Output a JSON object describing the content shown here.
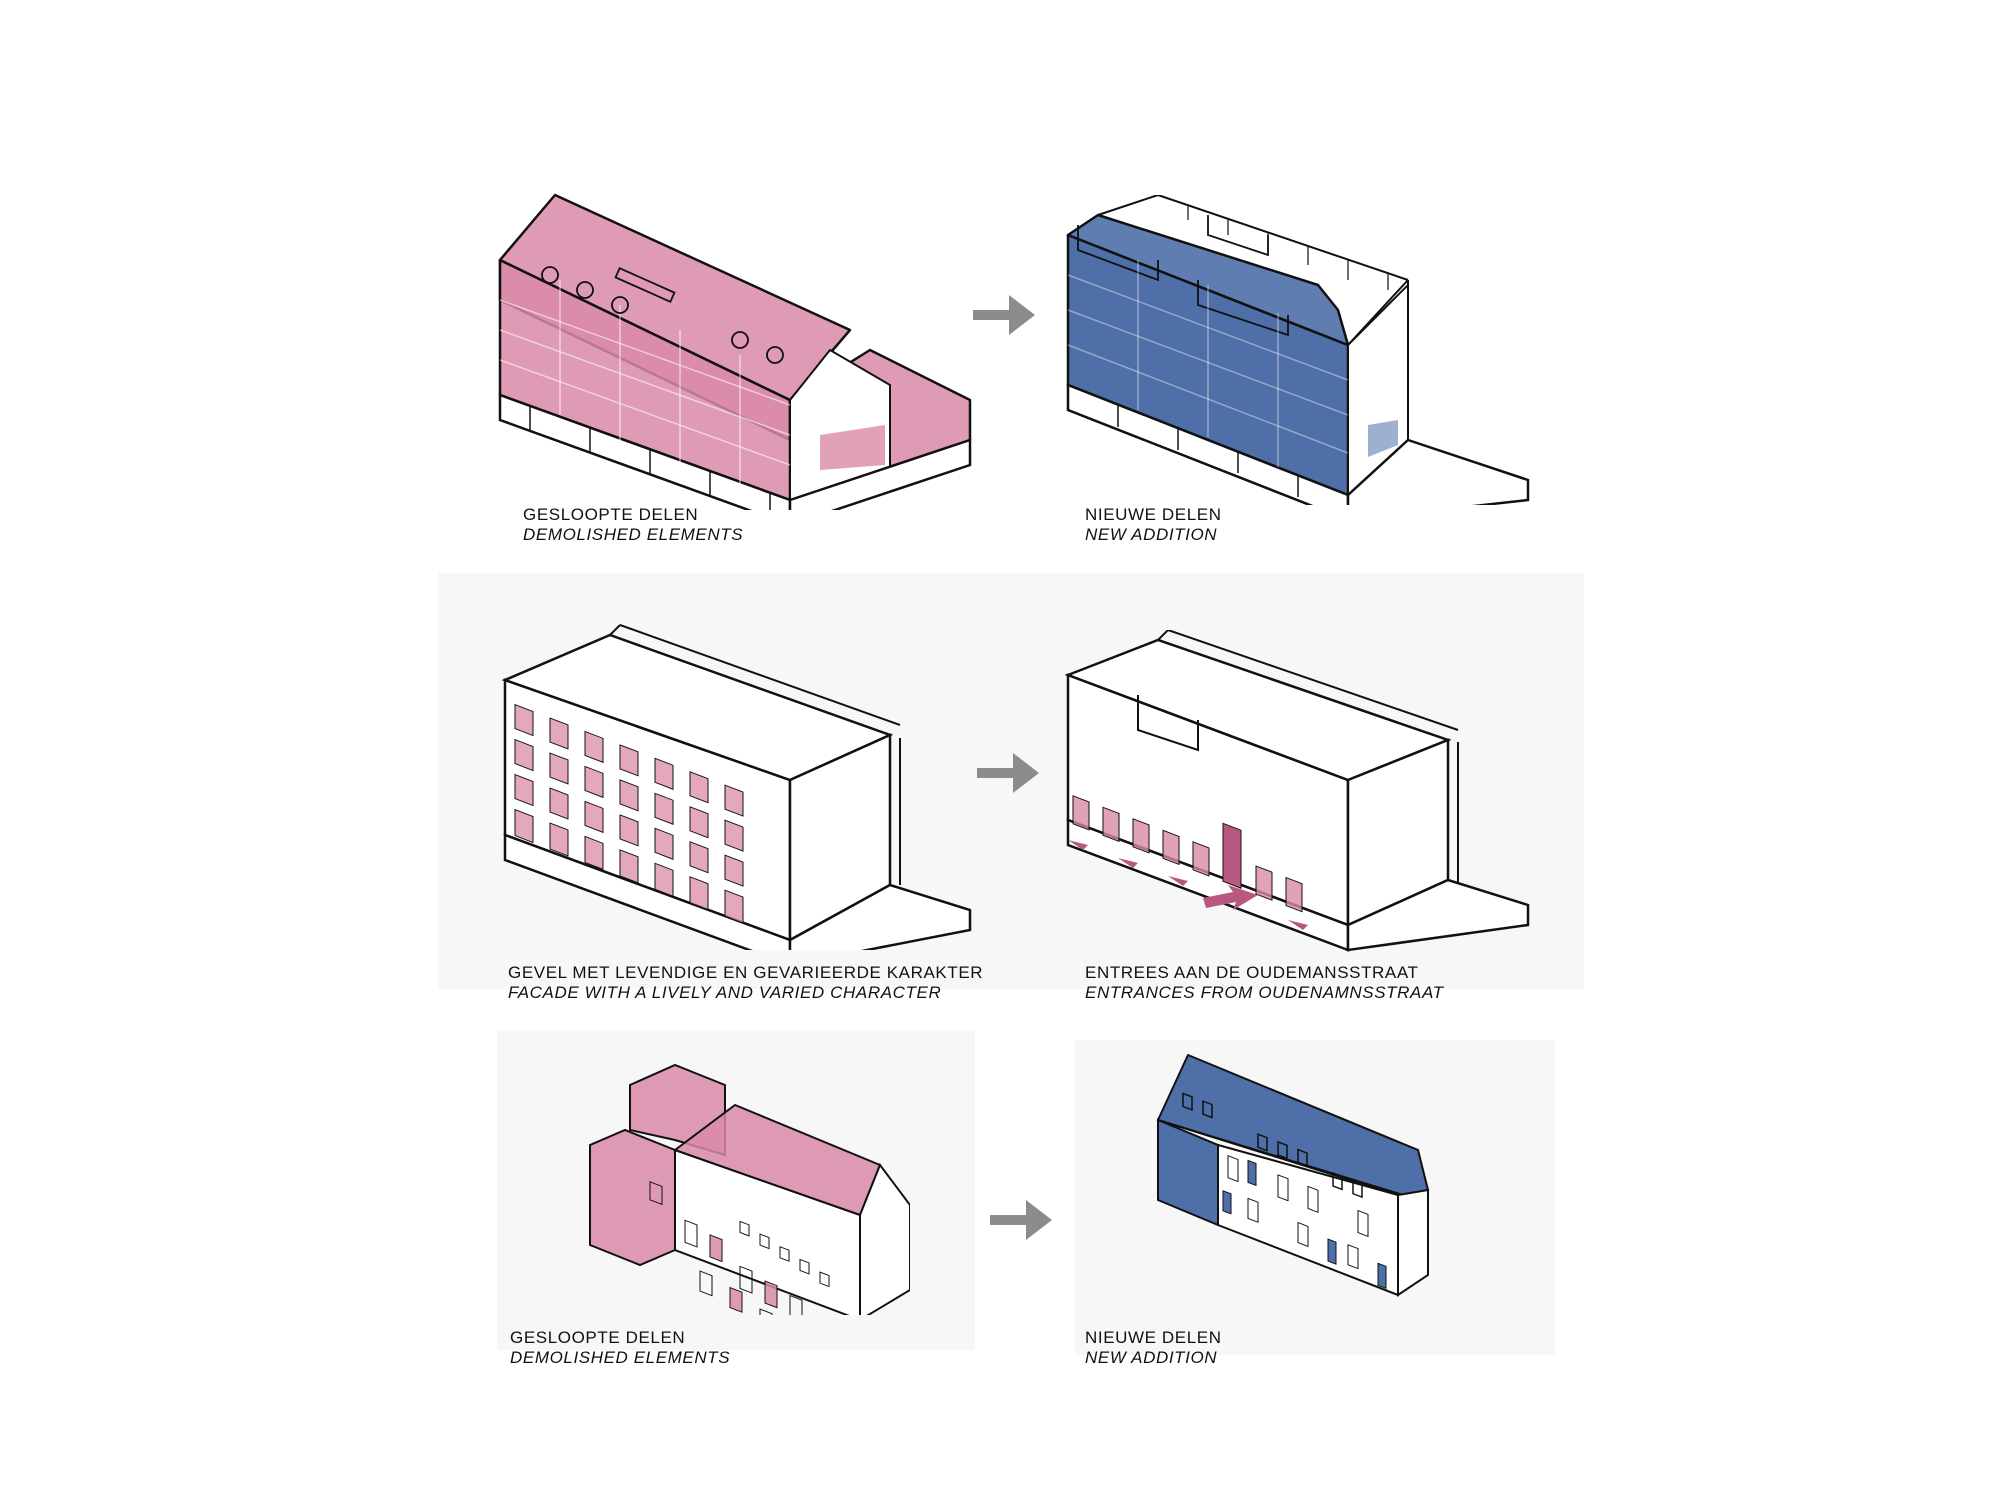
{
  "colors": {
    "demolished": "#d98aa8",
    "demolished_dark": "#b9577f",
    "new": "#4f6fa8",
    "new_dark": "#3b5a94",
    "line": "#111111",
    "arrow": "#8c8c8c",
    "panel_bg": "#f7f7f7"
  },
  "panels": [
    {
      "nl": "GESLOOPTE DELEN",
      "en": "DEMOLISHED ELEMENTS"
    },
    {
      "nl": "NIEUWE DELEN",
      "en": "NEW ADDITION"
    },
    {
      "nl": "GEVEL MET LEVENDIGE EN GEVARIEERDE KARAKTER",
      "en": "FACADE WITH A LIVELY AND VARIED CHARACTER"
    },
    {
      "nl": "ENTREES AAN DE OUDEMANSSTRAAT",
      "en": "ENTRANCES FROM OUDENAMNSSTRAAT"
    },
    {
      "nl": "GESLOOPTE DELEN",
      "en": "DEMOLISHED ELEMENTS"
    },
    {
      "nl": "NIEUWE DELEN",
      "en": "NEW ADDITION"
    }
  ],
  "arrows": [
    {
      "icon": "right-arrow-icon"
    },
    {
      "icon": "right-arrow-icon"
    },
    {
      "icon": "right-arrow-icon"
    }
  ]
}
